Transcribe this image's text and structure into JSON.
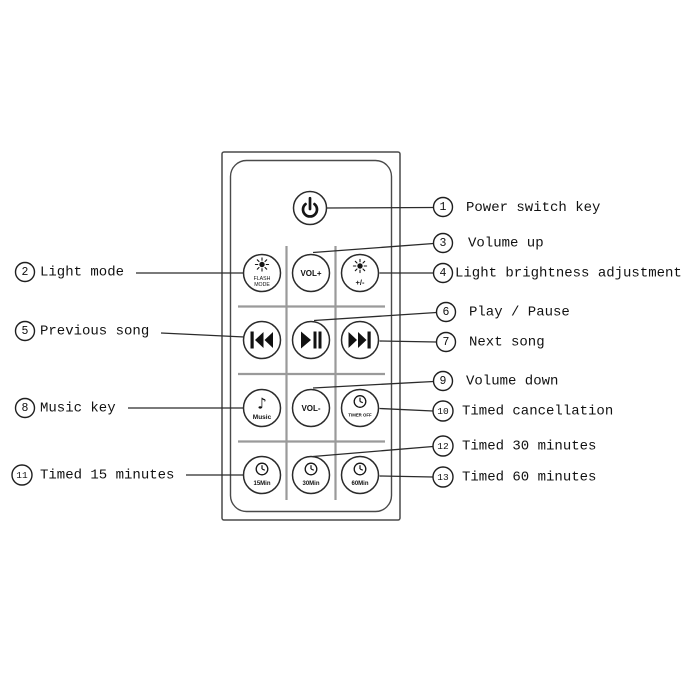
{
  "remote": {
    "buttons": {
      "flash_mode_line1": "FLASH",
      "flash_mode_line2": "MODE",
      "volume_up": "VOL+",
      "brightness": "+/-",
      "music_note": "♪",
      "music": "Music",
      "volume_down": "VOL-",
      "timer_off": "TIMER OFF",
      "timer_15": "15Min",
      "timer_30": "30Min",
      "timer_60": "60Min"
    }
  },
  "callouts": {
    "power": {
      "num": "1",
      "label": "Power switch key"
    },
    "light_mode": {
      "num": "2",
      "label": "Light mode"
    },
    "volume_up": {
      "num": "3",
      "label": "Volume up"
    },
    "brightness": {
      "num": "4",
      "label": "Light brightness adjustment"
    },
    "previous_song": {
      "num": "5",
      "label": "Previous song"
    },
    "play_pause": {
      "num": "6",
      "label": "Play / Pause"
    },
    "next_song": {
      "num": "7",
      "label": "Next song"
    },
    "music_key": {
      "num": "8",
      "label": "Music key"
    },
    "volume_down": {
      "num": "9",
      "label": "Volume down"
    },
    "timed_cancel": {
      "num": "10",
      "label": "Timed cancellation"
    },
    "timed_15": {
      "num": "11",
      "label": "Timed 15 minutes"
    },
    "timed_30": {
      "num": "12",
      "label": "Timed 30 minutes"
    },
    "timed_60": {
      "num": "13",
      "label": "Timed 60 minutes"
    }
  },
  "colors": {
    "background": "#ffffff",
    "ink": "#111111",
    "grid": "#9a9a9a",
    "line": "#2b2b2b"
  }
}
